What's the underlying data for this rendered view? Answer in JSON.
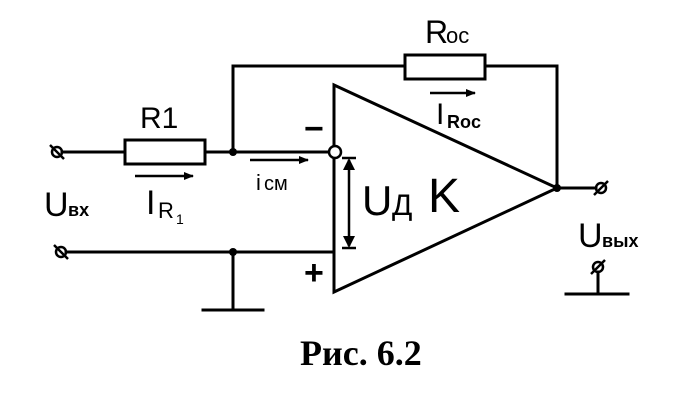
{
  "components": {
    "r1": "R1",
    "roc": "R",
    "roc_sub": "ос"
  },
  "currents": {
    "ir1": "I",
    "ir1_sub": "R",
    "ir1_subsub": "1",
    "iroc": "I",
    "iroc_sub": "Roc",
    "icm": "i",
    "icm_sub": "см"
  },
  "voltages": {
    "uvx": "U",
    "uvx_sub": "вх",
    "uvyx": "U",
    "uvyx_sub": "вых",
    "ud": "U",
    "ud_sub": "Д"
  },
  "opamp": {
    "gain": "K",
    "minus": "−",
    "plus": "+"
  },
  "caption": "Рис. 6.2"
}
